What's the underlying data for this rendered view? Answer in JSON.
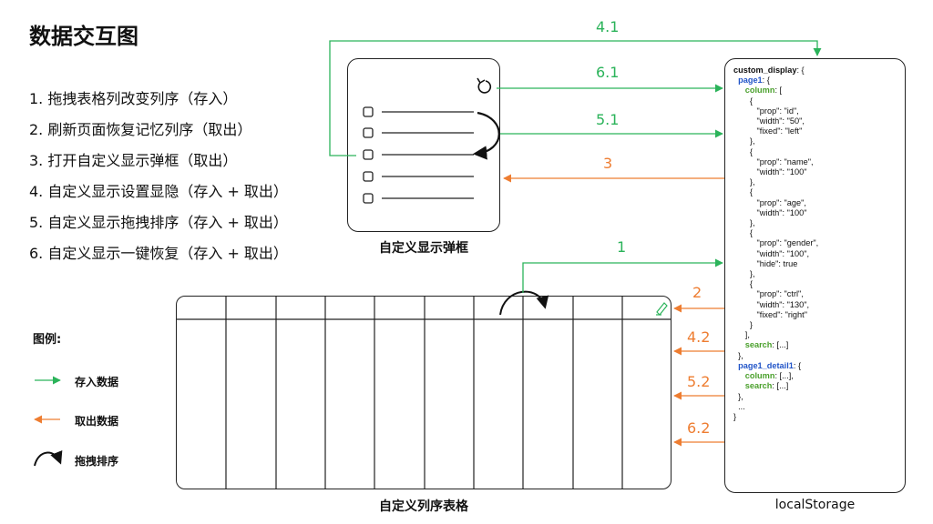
{
  "title": "数据交互图",
  "steps": [
    "1. 拖拽表格列改变列序（存入）",
    "2. 刷新页面恢复记忆列序（取出）",
    "3. 打开自定义显示弹框（取出）",
    "4. 自定义显示设置显隐（存入 + 取出）",
    "5. 自定义显示拖拽排序（存入 + 取出）",
    "6. 自定义显示一键恢复（存入 + 取出）"
  ],
  "legend": {
    "title": "图例:",
    "store": "存入数据",
    "fetch": "取出数据",
    "drag": "拖拽排序"
  },
  "popup_caption": "自定义显示弹框",
  "table_caption": "自定义列序表格",
  "storage_caption": "localStorage",
  "arrow_labels": {
    "a41": "4.1",
    "a61": "6.1",
    "a51": "5.1",
    "a3": "3",
    "a1": "1",
    "a2": "2",
    "a42": "4.2",
    "a52": "5.2",
    "a62": "6.2"
  },
  "colors": {
    "store": "#2bb35a",
    "fetch": "#ee7d31",
    "key_root": "#111111",
    "key_page": "#2255c8",
    "key_group": "#4aa02c"
  },
  "storage_json": {
    "root_key": "custom_display",
    "page1_key": "page1",
    "column_key": "column",
    "search_key": "search",
    "page2_key": "page1_detail1",
    "ellipsis": "...",
    "columns": [
      [
        "\"prop\": \"id\",",
        "\"width\": \"50\",",
        "\"fixed\": \"left\""
      ],
      [
        "\"prop\": \"name\",",
        "\"width\": \"100\""
      ],
      [
        "\"prop\": \"age\",",
        "\"width\": \"100\""
      ],
      [
        "\"prop\": \"gender\",",
        "\"width\": \"100\",",
        "\"hide\": true"
      ],
      [
        "\"prop\": \"ctrl\",",
        "\"width\": \"130\",",
        "\"fixed\": \"right\""
      ]
    ]
  },
  "icons": {
    "reset": "rotate-ccw-icon",
    "edit": "pencil-icon",
    "drag": "curved-arrow-icon"
  }
}
